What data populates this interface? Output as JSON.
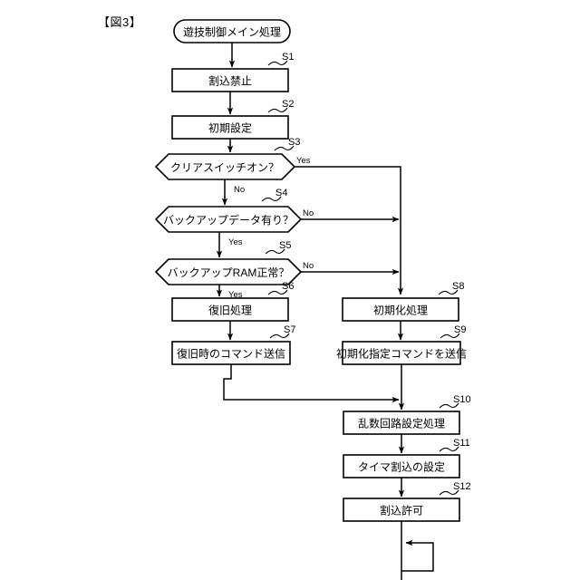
{
  "figure": {
    "title": "【図3】"
  },
  "flowchart": {
    "start": {
      "label": "遊技制御メイン処理"
    },
    "nodes": [
      {
        "id": "S1",
        "step": "S1",
        "label": "割込禁止",
        "type": "process"
      },
      {
        "id": "S2",
        "step": "S2",
        "label": "初期設定",
        "type": "process"
      },
      {
        "id": "S3",
        "step": "S3",
        "label": "クリアスイッチオン？",
        "type": "decision"
      },
      {
        "id": "S4",
        "step": "S4",
        "label": "バックアップデータ有り？",
        "type": "decision"
      },
      {
        "id": "S5",
        "step": "S5",
        "label": "バックアップRAM正常？",
        "type": "decision"
      },
      {
        "id": "S6",
        "step": "S6",
        "label": "復旧処理",
        "type": "process"
      },
      {
        "id": "S7",
        "step": "S7",
        "label": "復旧時のコマンド送信",
        "type": "process"
      },
      {
        "id": "S8",
        "step": "S8",
        "label": "初期化処理",
        "type": "process"
      },
      {
        "id": "S9",
        "step": "S9",
        "label": "初期化指定コマンドを送信",
        "type": "process"
      },
      {
        "id": "S10",
        "step": "S10",
        "label": "乱数回路設定処理",
        "type": "process"
      },
      {
        "id": "S11",
        "step": "S11",
        "label": "タイマ割込の設定",
        "type": "process"
      },
      {
        "id": "S12",
        "step": "S12",
        "label": "割込許可",
        "type": "process"
      }
    ],
    "branches": [
      {
        "from": "S3",
        "label": "Yes",
        "target": "S8"
      },
      {
        "from": "S3",
        "label": "No",
        "target": "S4"
      },
      {
        "from": "S4",
        "label": "No",
        "target": "S8"
      },
      {
        "from": "S4",
        "label": "Yes",
        "target": "S5"
      },
      {
        "from": "S5",
        "label": "No",
        "target": "S8"
      },
      {
        "from": "S5",
        "label": "Yes",
        "target": "S6"
      }
    ],
    "branch_labels": {
      "s3_yes": "Yes",
      "s3_no": "No",
      "s4_no": "No",
      "s4_yes": "Yes",
      "s5_no": "No",
      "s5_yes": "Yes"
    },
    "loop": {
      "description": "割込許可からのループ"
    }
  },
  "colors": {
    "stroke": "#000000",
    "fill": "#ffffff",
    "background": "#ffffff"
  }
}
